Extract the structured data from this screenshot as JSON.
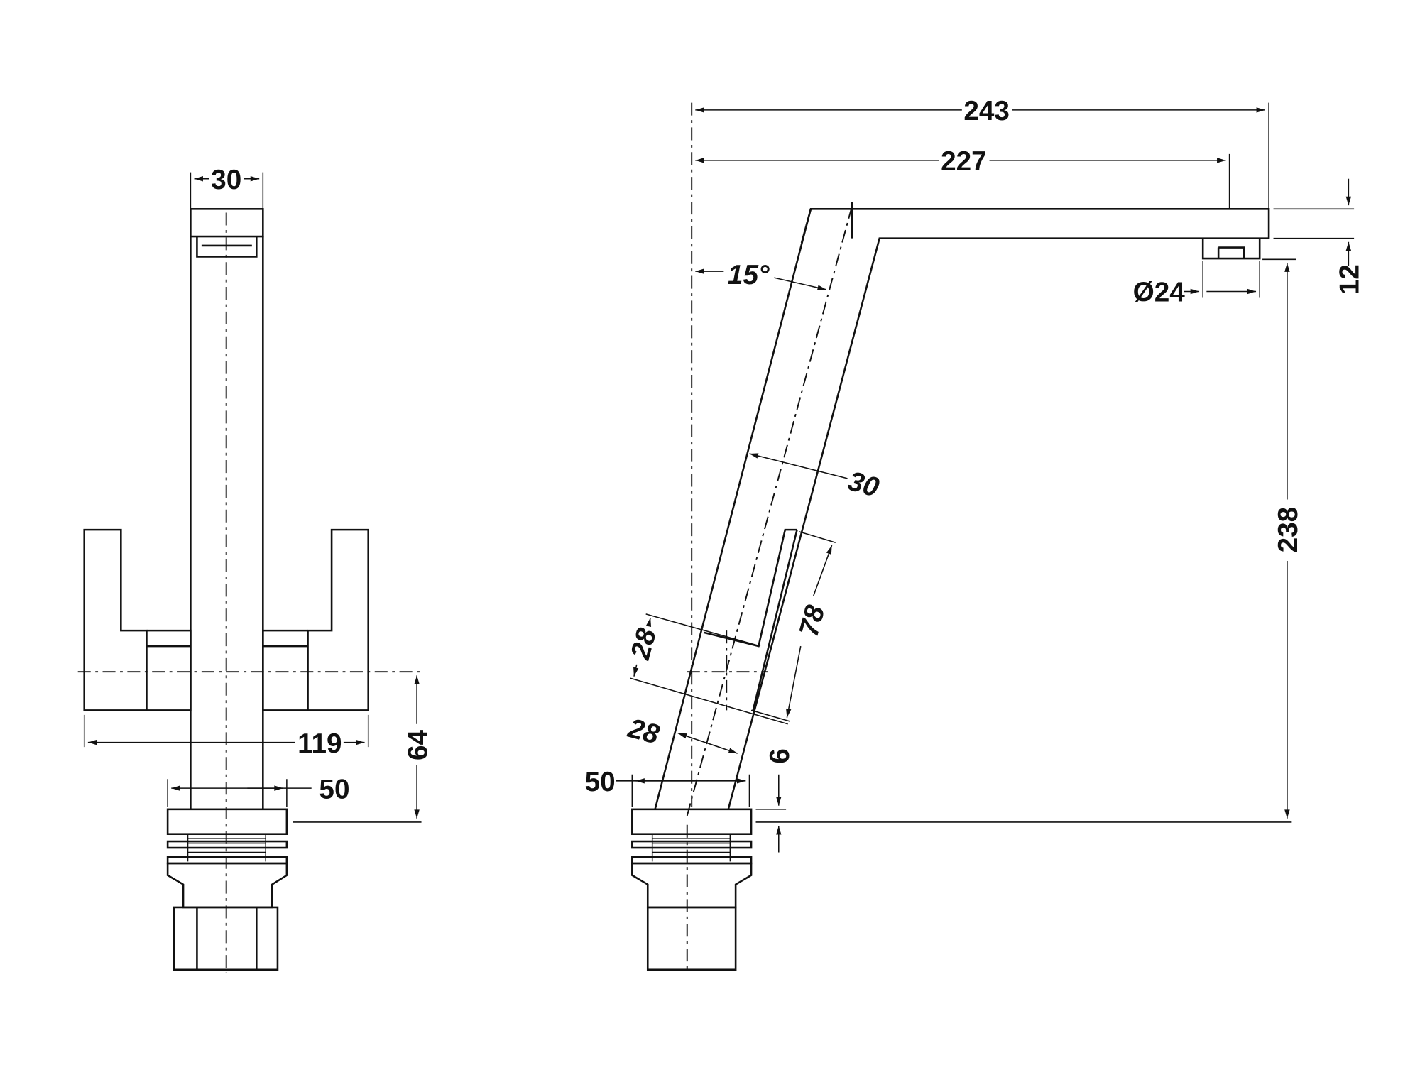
{
  "front_view": {
    "top_width": "30",
    "handle_span": "119",
    "base_width": "50",
    "handle_height": "64"
  },
  "side_view": {
    "overall_reach": "243",
    "outlet_reach": "227",
    "spout_thickness": "12",
    "outlet_diameter": "Ø24",
    "outlet_height": "238",
    "angle": "15°",
    "body_width": "30",
    "slot_length": "78",
    "slot_offset": "28",
    "lower_width": "28",
    "base_width": "50",
    "base_height": "6"
  },
  "colors": {
    "line": "#111111",
    "background": "#ffffff"
  }
}
